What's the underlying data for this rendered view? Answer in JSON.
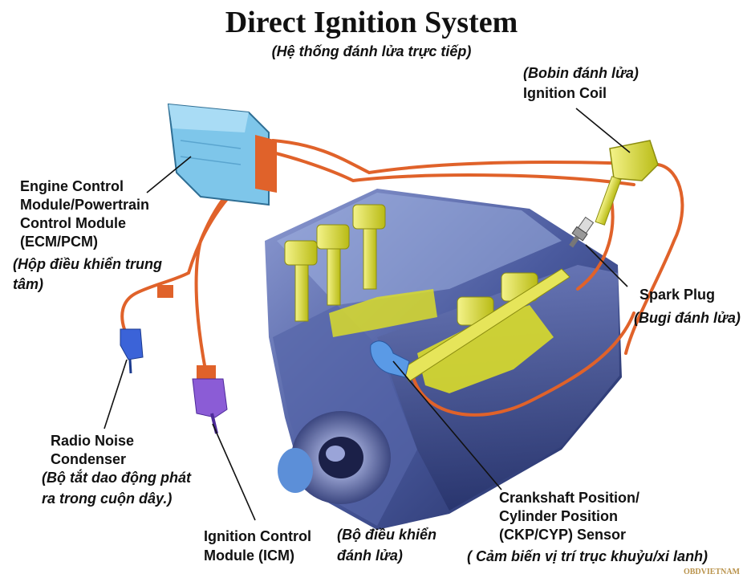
{
  "title": "Direct Ignition System",
  "subtitle": "(Hệ thống đánh lửa trực tiếp)",
  "labels": {
    "coil_vi": "(Bobin đánh lửa)",
    "coil_en": "Ignition Coil",
    "ecm_en_1": "Engine Control",
    "ecm_en_2": "Module/Powertrain",
    "ecm_en_3": "Control Module",
    "ecm_en_4": "(ECM/PCM)",
    "ecm_vi_1": "(Hộp điều khiển trung",
    "ecm_vi_2": "tâm)",
    "spark_en": "Spark Plug",
    "spark_vi": "(Bugi đánh lửa)",
    "radio_en_1": "Radio Noise",
    "radio_en_2": "Condenser",
    "radio_vi_1": "(Bộ tắt dao động phát",
    "radio_vi_2": "ra trong cuộn dây.)",
    "icm_en_1": "Ignition Control",
    "icm_en_2": "Module (ICM)",
    "icm_vi_1": "(Bộ điều khiển",
    "icm_vi_2": "đánh lửa)",
    "ckp_en_1": "Crankshaft Position/",
    "ckp_en_2": "Cylinder Position",
    "ckp_en_3": "(CKP/CYP) Sensor",
    "ckp_vi": "( Cảm biến vị trí trục khuỷu/xi lanh)"
  },
  "watermark": "OBDVIETNAM",
  "colors": {
    "engine": "#3a4b8c",
    "wire": "#e0622a",
    "coil": "#d9dc2a",
    "ecm": "#7ec6ea",
    "condenser": "#3b63d8",
    "icm": "#8b5cd6"
  }
}
